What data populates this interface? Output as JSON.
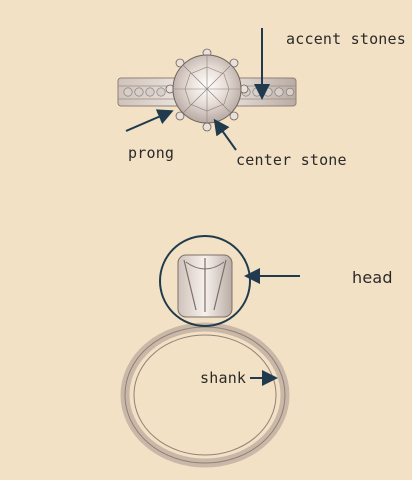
{
  "labels": {
    "accent_stones": "accent stones",
    "prong": "prong",
    "center_stone": "center stone",
    "head": "head",
    "shank": "shank"
  },
  "colors": {
    "paper": "#f3e1c5",
    "ink": "#1f3b4d",
    "pencil": "#b9a48c"
  }
}
